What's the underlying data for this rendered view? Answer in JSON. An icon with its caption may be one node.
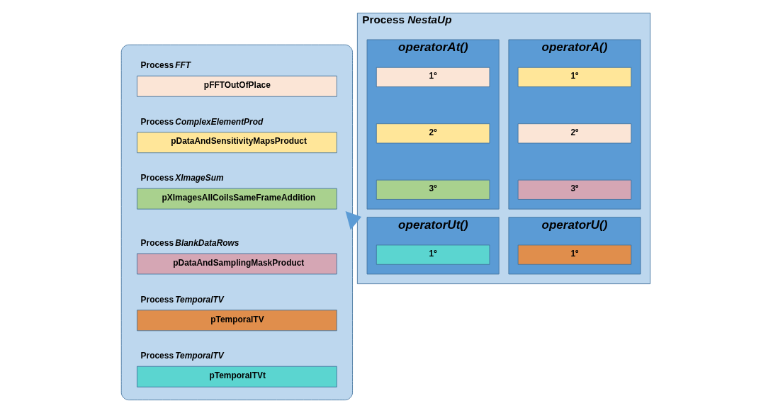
{
  "diagram": {
    "nodes": [
      {
        "text": [],
        "shape": "box"
      },
      {
        "text": [
          "Process *FFT*",
          "pFFTOutOfPlace"
        ],
        "in": 0
      },
      {
        "text": [
          "Process *ComplexElementProd*",
          "pDataAndSensitivityMapsProduct"
        ],
        "in": 0
      },
      {
        "text": [
          "Process *XImageSum*",
          "pXImagesAllCoilsSameFrameAddition"
        ],
        "in": 0
      },
      {
        "text": [
          "Process *BlankDataRows*",
          "pDataAndSamplingMaskProduct"
        ],
        "in": 0
      },
      {
        "text": [
          "Process *TemporalTV*",
          "pTemporalTV"
        ],
        "in": 0
      },
      {
        "text": [
          "Process *TemporalTV*",
          "pTemporalTVt"
        ],
        "in": 0
      },
      {
        "text": [
          "Process *NestaUp*"
        ]
      },
      {
        "text": [
          "operatorA()"
        ],
        "in": 7
      },
      {
        "text": [
          "1º"
        ],
        "in": 8
      },
      {
        "text": [
          "2º"
        ],
        "in": 8
      },
      {
        "text": [
          "3º"
        ],
        "in": 8
      },
      {
        "text": [
          "operatorAt()"
        ],
        "in": 7
      },
      {
        "text": [
          "1º"
        ],
        "in": 12
      },
      {
        "text": [
          "2º"
        ],
        "in": 12
      },
      {
        "text": [
          "3º"
        ],
        "in": 12
      },
      {
        "text": [
          "operatorU()"
        ],
        "in": 7
      },
      {
        "text": [
          "1º"
        ],
        "in": 16
      },
      {
        "text": [
          "operatorUt()"
        ],
        "in": 7
      },
      {
        "text": [
          "1º"
        ],
        "in": 18
      }
    ],
    "edges": [
      {
        "from": 0,
        "to": 7,
        "arrow": "to",
        "style": "thick"
      }
    ]
  }
}
